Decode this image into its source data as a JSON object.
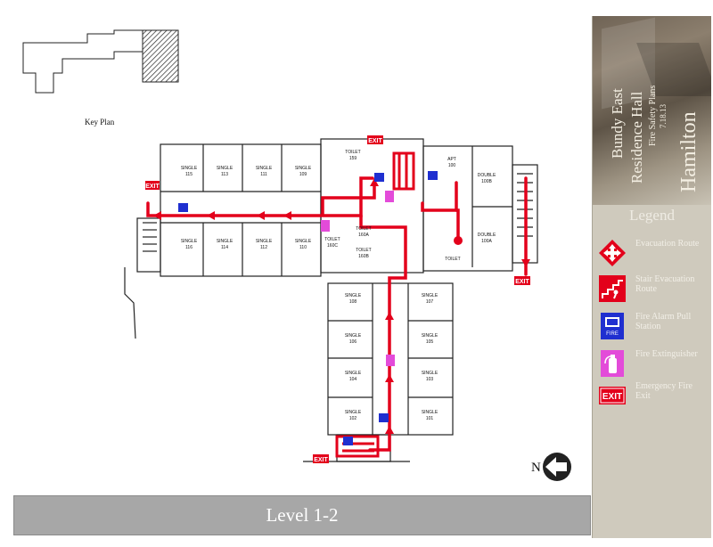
{
  "key_plan": {
    "label": "Key Plan"
  },
  "compass": {
    "label": "N"
  },
  "level": {
    "label": "Level 1-2"
  },
  "banner": {
    "line1": "Bundy East",
    "line2": "Residence Hall",
    "line3": "Fire Safety Plans",
    "date": "7.18.13",
    "school": "Hamilton"
  },
  "legend": {
    "title": "Legend",
    "items": [
      {
        "label": "Evacuation Route",
        "icon": "evacuation-route-icon",
        "color": "#e3001b"
      },
      {
        "label": "Stair Evacuation Route",
        "icon": "stair-evacuation-icon",
        "color": "#e3001b"
      },
      {
        "label": "Fire Alarm Pull Station",
        "icon": "fire-alarm-icon",
        "color": "#1f2fd0"
      },
      {
        "label": "Fire Extinguisher",
        "icon": "fire-extinguisher-icon",
        "color": "#e34bd9"
      },
      {
        "label": "Emergency Fire Exit",
        "icon": "emergency-exit-icon",
        "color": "#e3001b"
      }
    ]
  },
  "signs": {
    "exit": "EXIT",
    "fire": "FIRE"
  },
  "rooms": [
    {
      "name": "SINGLE",
      "num": "115"
    },
    {
      "name": "SINGLE",
      "num": "113"
    },
    {
      "name": "SINGLE",
      "num": "111"
    },
    {
      "name": "SINGLE",
      "num": "109"
    },
    {
      "name": "SINGLE",
      "num": "116"
    },
    {
      "name": "SINGLE",
      "num": "114"
    },
    {
      "name": "SINGLE",
      "num": "112"
    },
    {
      "name": "SINGLE",
      "num": "110"
    },
    {
      "name": "SINGLE",
      "num": "108"
    },
    {
      "name": "SINGLE",
      "num": "106"
    },
    {
      "name": "SINGLE",
      "num": "104"
    },
    {
      "name": "SINGLE",
      "num": "102"
    },
    {
      "name": "SINGLE",
      "num": "107"
    },
    {
      "name": "SINGLE",
      "num": "105"
    },
    {
      "name": "SINGLE",
      "num": "103"
    },
    {
      "name": "SINGLE",
      "num": "101"
    },
    {
      "name": "TOILET",
      "num": "159"
    },
    {
      "name": "APT",
      "num": "100"
    },
    {
      "name": "DOUBLE",
      "num": "100B"
    },
    {
      "name": "DOUBLE",
      "num": "100A"
    },
    {
      "name": "TOILET",
      "num": "160A"
    },
    {
      "name": "TOILET",
      "num": "160C"
    },
    {
      "name": "TOILET",
      "num": "160B"
    },
    {
      "name": "TOILET",
      "num": ""
    }
  ],
  "colors": {
    "route": "#e3001b",
    "alarm": "#1f2fd0",
    "extinguisher": "#e34bd9",
    "wall": "#222222",
    "sidebar": "#cfcabd"
  }
}
